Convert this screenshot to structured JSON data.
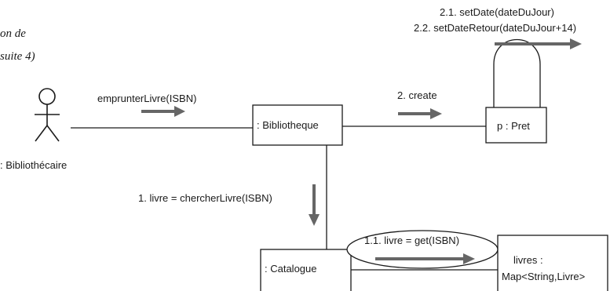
{
  "caption": {
    "line1": "on de",
    "line2": "suite 4)"
  },
  "actor": {
    "label": ": Bibliothécaire"
  },
  "objects": {
    "bibliotheque": ": Bibliotheque",
    "pret": "p : Pret",
    "catalogue": ": Catalogue",
    "livres_line1": "livres :",
    "livres_line2": "Map<String,Livre>"
  },
  "messages": {
    "emprunter": "emprunterLivre(ISBN)",
    "create": "2. create",
    "set_date": "2.1. setDate(dateDuJour)",
    "set_date_retour": "2.2. setDateRetour(dateDuJour+14)",
    "chercher": "1. livre = chercherLivre(ISBN)",
    "get": "1.1. livre = get(ISBN)"
  },
  "colors": {
    "line": "#1a1a1a",
    "arrow": "#666666"
  }
}
